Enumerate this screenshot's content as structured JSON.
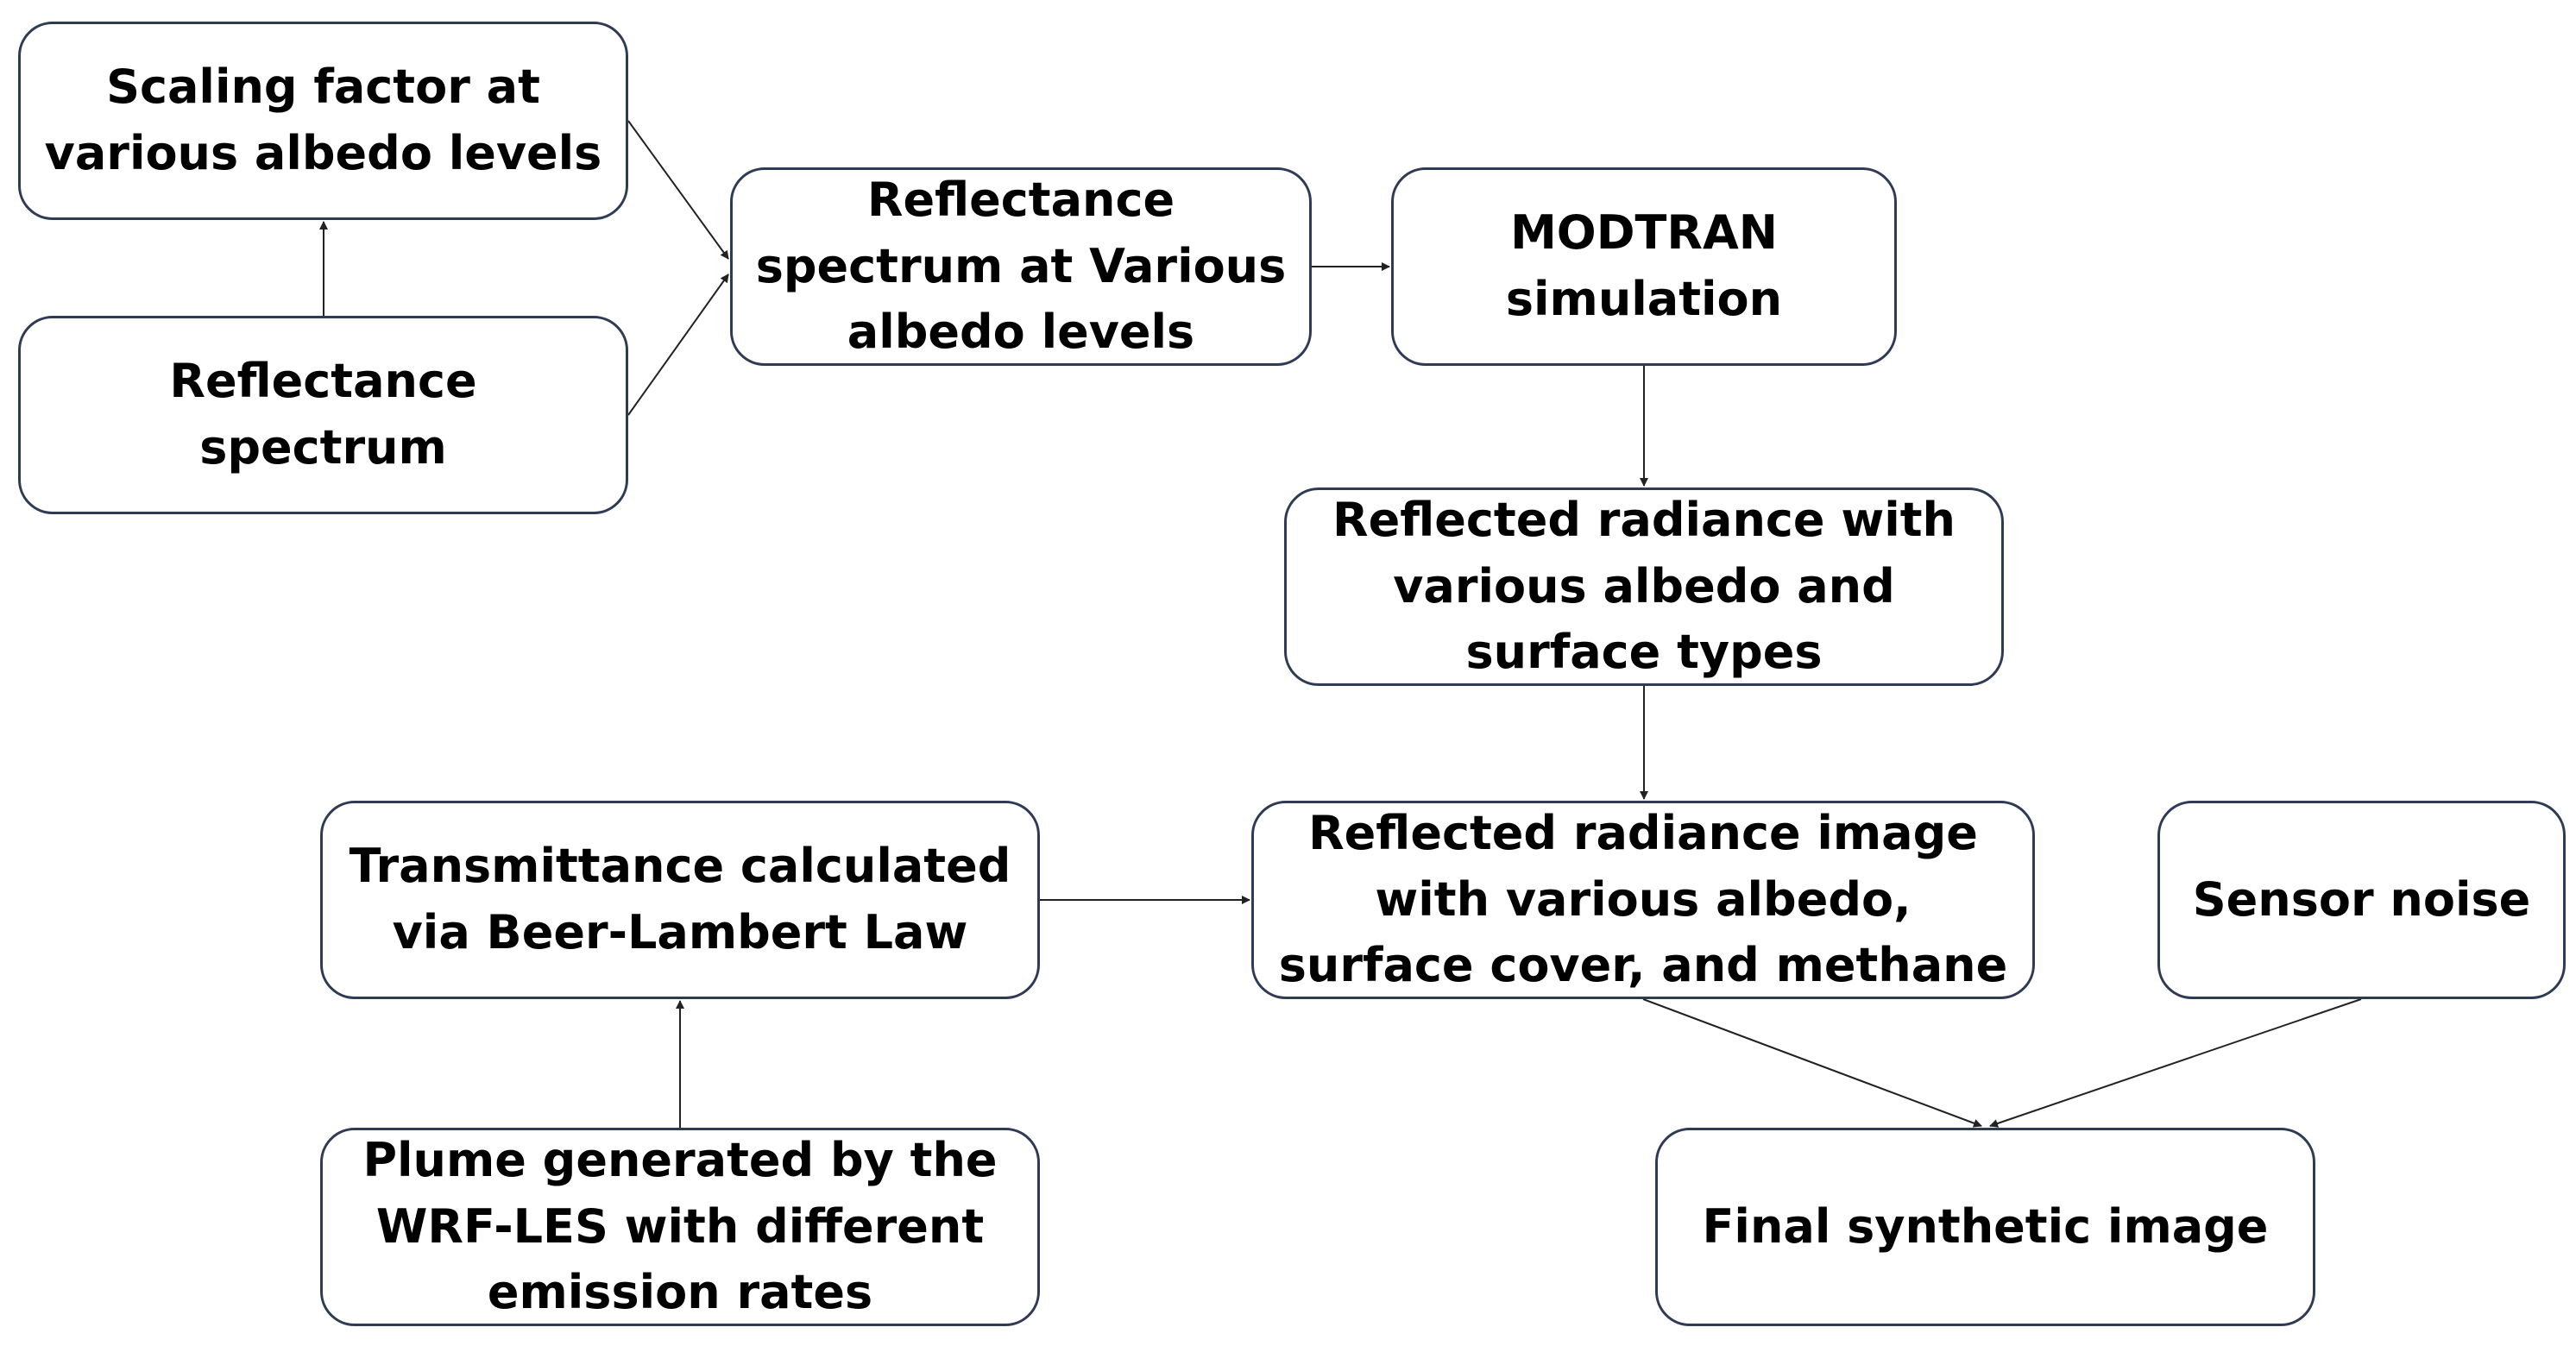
{
  "nodes": {
    "scaling_factor": "Scaling factor at various albedo levels",
    "reflectance_spectrum": "Reflectance spectrum",
    "reflectance_spectrum_albedo": "Reflectance spectrum at Various albedo levels",
    "modtran": "MODTRAN simulation",
    "reflected_radiance": "Reflected radiance with various albedo and surface types",
    "transmittance": "Transmittance calculated via Beer-Lambert Law",
    "radiance_image": "Reflected radiance image with various albedo, surface cover, and methane",
    "sensor_noise": "Sensor noise",
    "plume": "Plume generated by the WRF-LES with different emission rates",
    "final_image": "Final synthetic image"
  },
  "colors": {
    "node_border": "#2f3b55",
    "arrow": "#222222",
    "text": "#000000",
    "background": "#ffffff"
  }
}
